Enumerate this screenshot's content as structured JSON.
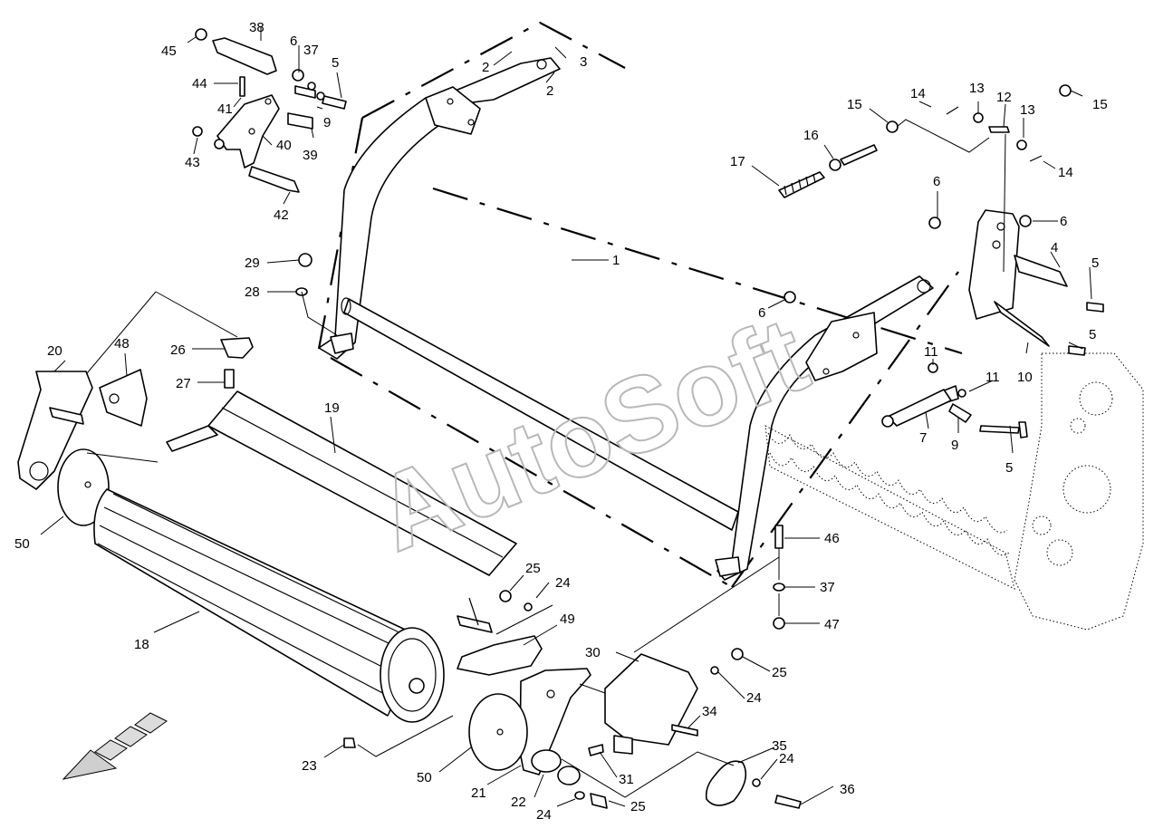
{
  "watermark": "AutoSoft",
  "callouts": [
    {
      "id": "1",
      "text": "1"
    },
    {
      "id": "2a",
      "text": "2"
    },
    {
      "id": "2b",
      "text": "2"
    },
    {
      "id": "3",
      "text": "3"
    },
    {
      "id": "4",
      "text": "4"
    },
    {
      "id": "5a",
      "text": "5"
    },
    {
      "id": "5b",
      "text": "5"
    },
    {
      "id": "5c",
      "text": "5"
    },
    {
      "id": "5d",
      "text": "5"
    },
    {
      "id": "6a",
      "text": "6"
    },
    {
      "id": "6b",
      "text": "6"
    },
    {
      "id": "6c",
      "text": "6"
    },
    {
      "id": "6d",
      "text": "6"
    },
    {
      "id": "7",
      "text": "7"
    },
    {
      "id": "9a",
      "text": "9"
    },
    {
      "id": "9b",
      "text": "9"
    },
    {
      "id": "10",
      "text": "10"
    },
    {
      "id": "11a",
      "text": "11"
    },
    {
      "id": "11b",
      "text": "11"
    },
    {
      "id": "12",
      "text": "12"
    },
    {
      "id": "13a",
      "text": "13"
    },
    {
      "id": "13b",
      "text": "13"
    },
    {
      "id": "14a",
      "text": "14"
    },
    {
      "id": "14b",
      "text": "14"
    },
    {
      "id": "15a",
      "text": "15"
    },
    {
      "id": "15b",
      "text": "15"
    },
    {
      "id": "16",
      "text": "16"
    },
    {
      "id": "17",
      "text": "17"
    },
    {
      "id": "18",
      "text": "18"
    },
    {
      "id": "19",
      "text": "19"
    },
    {
      "id": "20",
      "text": "20"
    },
    {
      "id": "21",
      "text": "21"
    },
    {
      "id": "22",
      "text": "22"
    },
    {
      "id": "23",
      "text": "23"
    },
    {
      "id": "24a",
      "text": "24"
    },
    {
      "id": "24b",
      "text": "24"
    },
    {
      "id": "24c",
      "text": "24"
    },
    {
      "id": "24d",
      "text": "24"
    },
    {
      "id": "25a",
      "text": "25"
    },
    {
      "id": "25b",
      "text": "25"
    },
    {
      "id": "25c",
      "text": "25"
    },
    {
      "id": "26",
      "text": "26"
    },
    {
      "id": "27",
      "text": "27"
    },
    {
      "id": "28",
      "text": "28"
    },
    {
      "id": "29",
      "text": "29"
    },
    {
      "id": "30",
      "text": "30"
    },
    {
      "id": "31",
      "text": "31"
    },
    {
      "id": "34",
      "text": "34"
    },
    {
      "id": "35",
      "text": "35"
    },
    {
      "id": "36",
      "text": "36"
    },
    {
      "id": "37a",
      "text": "37"
    },
    {
      "id": "37b",
      "text": "37"
    },
    {
      "id": "38",
      "text": "38"
    },
    {
      "id": "39",
      "text": "39"
    },
    {
      "id": "40",
      "text": "40"
    },
    {
      "id": "41",
      "text": "41"
    },
    {
      "id": "42",
      "text": "42"
    },
    {
      "id": "43",
      "text": "43"
    },
    {
      "id": "44",
      "text": "44"
    },
    {
      "id": "45",
      "text": "45"
    },
    {
      "id": "46",
      "text": "46"
    },
    {
      "id": "47",
      "text": "47"
    },
    {
      "id": "48",
      "text": "48"
    },
    {
      "id": "49",
      "text": "49"
    },
    {
      "id": "50a",
      "text": "50"
    },
    {
      "id": "50b",
      "text": "50"
    }
  ]
}
